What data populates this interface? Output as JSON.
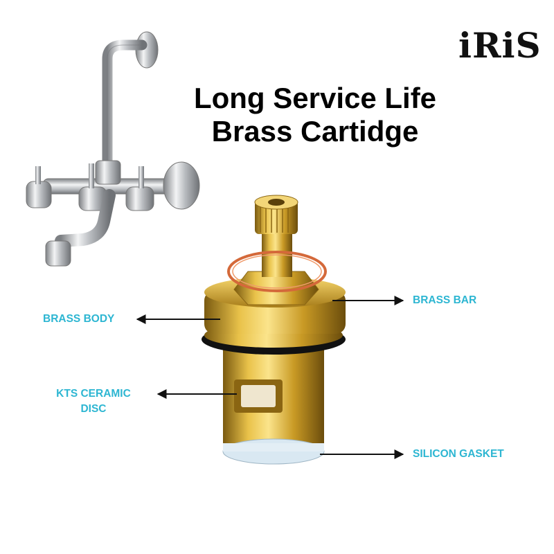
{
  "brand": {
    "logo_text": "iRiS"
  },
  "heading": {
    "line1": "Long Service Life",
    "line2": "Brass Cartidge"
  },
  "callouts": {
    "brass_body": "BRASS BODY",
    "brass_bar": "BRASS BAR",
    "ceramic_disc_line1": "KTS CERAMIC",
    "ceramic_disc_line2": "DISC",
    "silicon_gasket": "SILICON GASKET"
  },
  "colors": {
    "callout_text": "#2db6d2",
    "brass": "#c9a227",
    "chrome": "#c7c9cc"
  }
}
